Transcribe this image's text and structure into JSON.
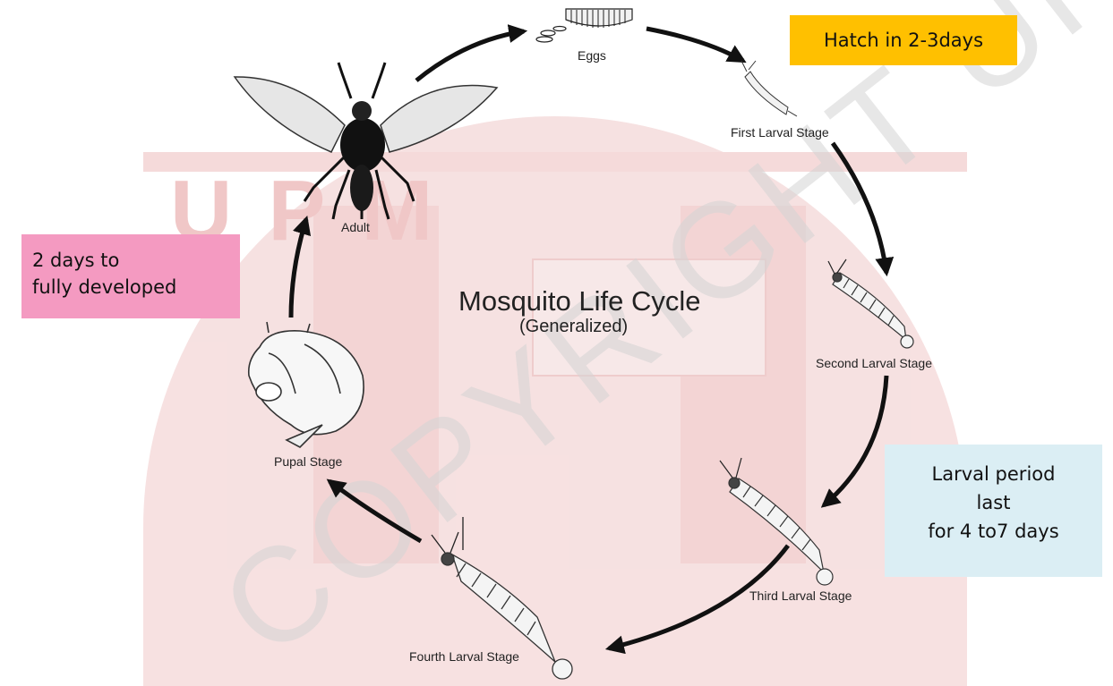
{
  "diagram": {
    "title": "Mosquito Life Cycle",
    "subtitle": "(Generalized)",
    "stages": {
      "eggs": "Eggs",
      "first_larval": "First Larval Stage",
      "second_larval": "Second Larval Stage",
      "third_larval": "Third Larval Stage",
      "fourth_larval": "Fourth Larval Stage",
      "pupal": "Pupal Stage",
      "adult": "Adult"
    }
  },
  "callouts": {
    "hatch": {
      "text": "Hatch in 2-3days",
      "color": "#ffc000"
    },
    "adult_dev": {
      "lines": [
        "2 days to",
        "fully developed"
      ],
      "color": "#f49ac1"
    },
    "larval_period": {
      "lines": [
        "Larval period",
        "last",
        "for 4 to7 days"
      ],
      "color": "#dbeef4"
    }
  },
  "watermark": {
    "text": "COPYRIGHT UPM",
    "logo_text": "UPM",
    "color": "#f3cccc",
    "text_color": "#c8c8c8"
  }
}
